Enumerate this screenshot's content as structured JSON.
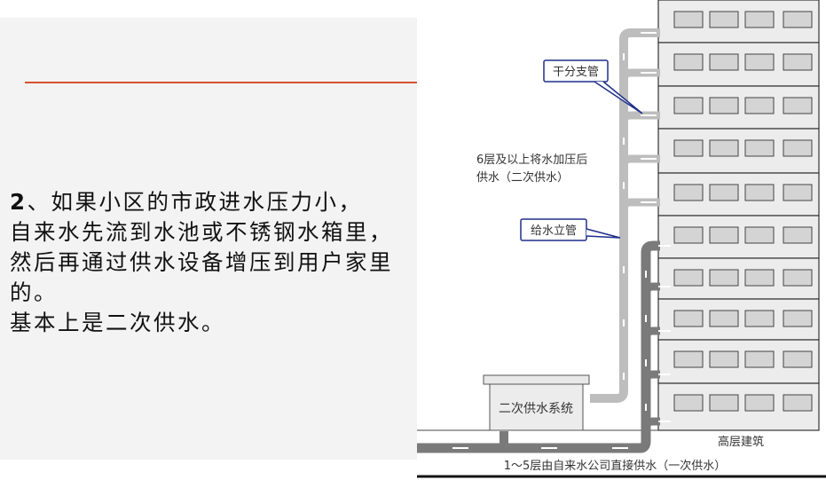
{
  "slide": {
    "text_lines": [
      {
        "number": "2",
        "text": "、如果小区的市政进水压力小，"
      },
      {
        "text": "自来水先流到水池或不锈钢水箱里，"
      },
      {
        "text": "然后再通过供水设备增压到用户家里"
      },
      {
        "text": "的。"
      },
      {
        "text": "基本上是二次供水。"
      }
    ]
  },
  "diagram": {
    "callout_branch": "干分支管",
    "callout_riser": "给水立管",
    "note_upper_line1": "6层及以上将水加压后",
    "note_upper_line2": "供水（二次供水）",
    "box_label": "二次供水系统",
    "building_label": "高层建筑",
    "note_lower": "1～5层由自来水公司直接供水（一次供水）",
    "floors": 10,
    "colors": {
      "pressurized_pipe": "#bdbdbd",
      "direct_pipe": "#7a7a7a",
      "callout_border": "#1f2f8a",
      "accent_rule": "#d9502f"
    }
  }
}
